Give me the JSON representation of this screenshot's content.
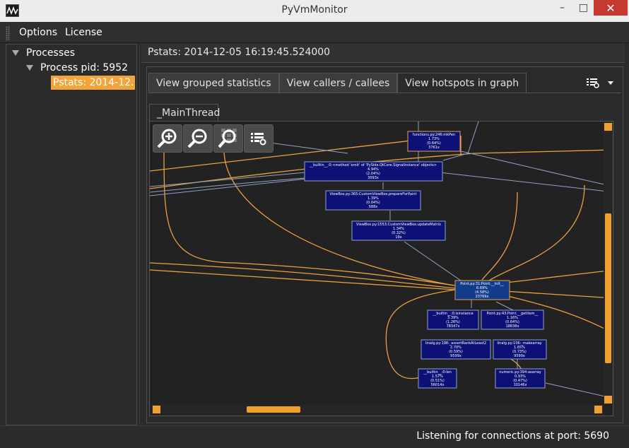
{
  "window": {
    "title": "PyVmMonitor",
    "minimize_label": "–",
    "maximize_label": "□",
    "close_label": "✕"
  },
  "menu": {
    "items": [
      "Options",
      "License"
    ]
  },
  "sidebar": {
    "tree": [
      {
        "label": "Processes",
        "expanded": true
      },
      {
        "label": "Process pid: 5952",
        "expanded": true
      },
      {
        "label": "Pstats: 2014-12...",
        "selected": true
      }
    ]
  },
  "main": {
    "header": "Pstats: 2014-12-05 16:19:45.524000",
    "tabs": [
      {
        "label": "View grouped statistics"
      },
      {
        "label": "View callers / callees"
      },
      {
        "label": "View hotspots in graph",
        "active": true
      }
    ],
    "thread_tab": "_MainThread"
  },
  "toolbar": {
    "zoom_in_icon": "zoom-in-icon",
    "zoom_out_icon": "zoom-out-icon",
    "zoom_fit_icon": "zoom-fit-icon",
    "options_icon": "list-settings-icon"
  },
  "graph": {
    "nodes": [
      {
        "id": "n1",
        "lines": [
          "functions.py:246:mkPen",
          "1.73%",
          "(0.64%)",
          "3761x"
        ],
        "highlight": false
      },
      {
        "id": "n2",
        "lines": [
          "__builtin__:0:<method 'emit' of 'PySide.QtCore.SignalInstance' objects>",
          "4.94%",
          "(2.04%)",
          "3093x"
        ],
        "highlight": false
      },
      {
        "id": "n3",
        "lines": [
          "ViewBox.py:365:CustomViewBox.prepareForPaint",
          "1.39%",
          "(0.04%)",
          "588x"
        ],
        "highlight": false
      },
      {
        "id": "n4",
        "lines": [
          "ViewBox.py:1553:CustomViewBox.updateMatrix",
          "1.34%",
          "(0.32%)",
          "19x"
        ],
        "highlight": false
      },
      {
        "id": "n5",
        "lines": [
          "Point.py:31:Point.__init__",
          "6.69%",
          "(4.58%)",
          "23769x"
        ],
        "highlight": true
      },
      {
        "id": "n6",
        "lines": [
          "__builtin__:0:isinstance",
          "3.39%",
          "(1.26%)",
          "78347x"
        ],
        "highlight": false
      },
      {
        "id": "n7",
        "lines": [
          "Point.py:43:Point.__getitem__",
          "1.16%",
          "(0.64%)",
          "18838x"
        ],
        "highlight": false
      },
      {
        "id": "n8",
        "lines": [
          "linalg.py:198:_assertRankAtLeast2",
          "2.70%",
          "(0.59%)",
          "9599x"
        ],
        "highlight": false
      },
      {
        "id": "n9",
        "lines": [
          "linalg.py:106:_makearray",
          "1.65%",
          "(0.73%)",
          "9599x"
        ],
        "highlight": false
      },
      {
        "id": "n10",
        "lines": [
          "__builtin__:0:len",
          "1.57%",
          "(0.51%)",
          "56014x"
        ],
        "highlight": false
      },
      {
        "id": "n11",
        "lines": [
          "numeric.py:394:asarray",
          "0.93%",
          "(0.47%)",
          "10146x"
        ],
        "highlight": false
      }
    ]
  },
  "status": {
    "text": "Listening for connections at port: 5690"
  },
  "colors": {
    "accent": "#f0a030",
    "node_fill": "#0d1075",
    "node_highlight": "#123c8a",
    "edge_orange": "#e8a040",
    "edge_blue": "#8fa2c8"
  }
}
